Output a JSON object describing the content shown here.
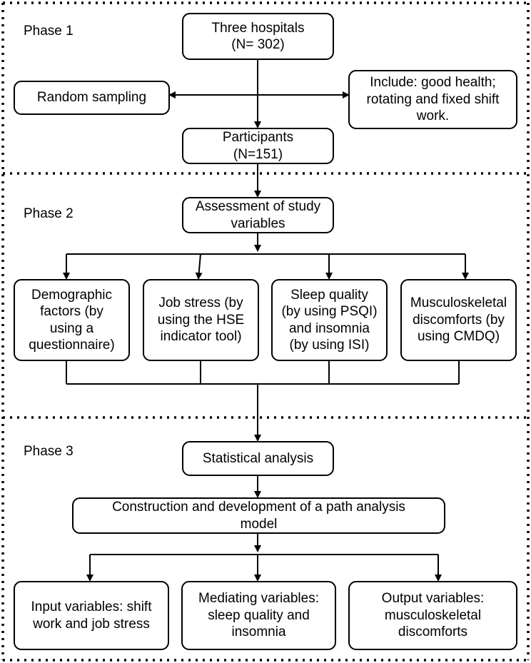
{
  "phases": [
    {
      "label": "Phase 1"
    },
    {
      "label": "Phase 2"
    },
    {
      "label": "Phase 3"
    }
  ],
  "phase1": {
    "hospitals": "Three hospitals\n(N= 302)",
    "random_sampling": "Random sampling",
    "include": "Include: good health;\nrotating and fixed shift\nwork.",
    "participants": "Participants\n(N=151)"
  },
  "phase2": {
    "assessment": "Assessment of study\nvariables",
    "variables": [
      {
        "text": "Demographic\nfactors (by\nusing a\nquestionnaire)"
      },
      {
        "text": "Job stress (by\nusing the HSE\nindicator tool)"
      },
      {
        "text": "Sleep quality\n(by using PSQI)\nand insomnia\n(by using ISI)"
      },
      {
        "text": "Musculoskeletal\ndiscomforts (by\nusing CMDQ)"
      }
    ]
  },
  "phase3": {
    "statistical": "Statistical analysis",
    "construction": "Construction and development of a path analysis\nmodel",
    "outputs": [
      {
        "text": "Input variables: shift\nwork and job stress"
      },
      {
        "text": "Mediating variables:\nsleep quality and\ninsomnia"
      },
      {
        "text": "Output variables:\nmusculoskeletal\ndiscomforts"
      }
    ]
  }
}
